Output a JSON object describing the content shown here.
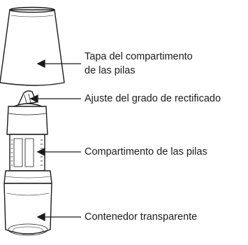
{
  "labels": {
    "tapa_line1": "Tapa del compartimento",
    "tapa_line2": "de las pilas",
    "ajuste": "Ajuste del grado de rectificado",
    "compartimento": "Compartimento de las pilas",
    "contenedor": "Contenedor transparente"
  },
  "colors": {
    "stroke": "#1a1a1a",
    "fill": "#ffffff"
  }
}
